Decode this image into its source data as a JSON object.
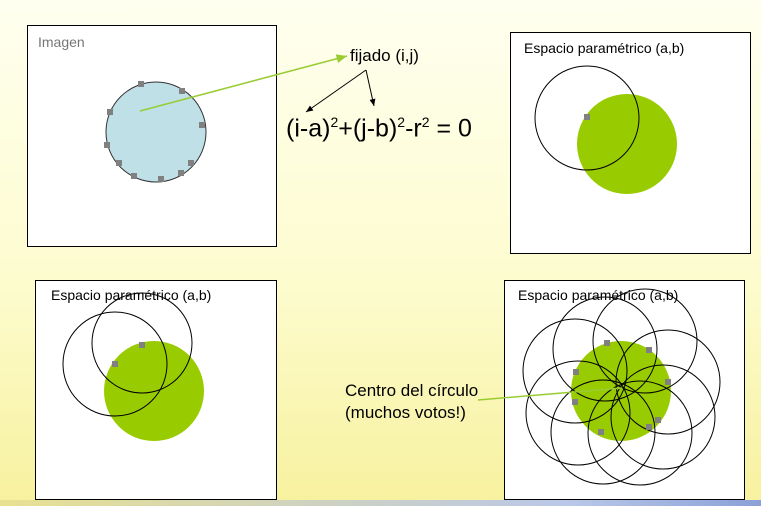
{
  "panels": {
    "imagen": {
      "label": "Imagen"
    },
    "param_1": {
      "label": "Espacio paramétrico (a,b)"
    },
    "param_2": {
      "label": "Espacio paramétrico  (a,b)"
    },
    "param_3": {
      "label": "Espacio paramétrico (a,b)"
    }
  },
  "annotations": {
    "fixed": "fijado (i,j)",
    "equation": {
      "p1": "(i-a)",
      "s1": "2",
      "p2": "+(j-b)",
      "s2": "2",
      "p3": "-r",
      "s3": "2",
      "p4": " = 0"
    },
    "center_line1": "Centro del círculo",
    "center_line2": "(muchos votos!)"
  },
  "colors": {
    "image_circle": "#bfe0e6",
    "vote_disk": "#99cc00",
    "points": "#808080",
    "arrow_green": "#99cc33"
  }
}
